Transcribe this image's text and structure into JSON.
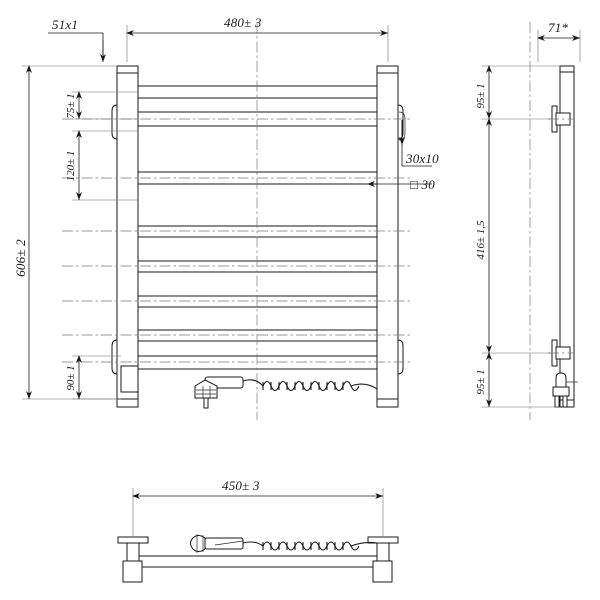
{
  "drawing": {
    "title": "Electric towel rail dimensioned drawing",
    "units_note": "mm",
    "line_color": "#1a1a1a",
    "extension_color": "#6e6e6e",
    "center_color": "#7a7a7a",
    "background": "#ffffff"
  },
  "views": {
    "front": {
      "name": "front-elevation-view",
      "dimensions": {
        "post_profile": "51x1",
        "overall_width": "480± 3",
        "overall_height": "606± 2",
        "top_spacing": "75± 1",
        "second_spacing": "120± 1",
        "bottom_offset": "90± 1",
        "rung_profile": "30x10",
        "post_square": "□ 30"
      },
      "rung_count": 8
    },
    "side": {
      "name": "side-elevation-view",
      "dimensions": {
        "depth": "71*",
        "top_bracket_offset": "95± 1",
        "bracket_span": "416± 1,5",
        "bottom_bracket_offset": "95± 1"
      },
      "bracket_count": 2
    },
    "plan": {
      "name": "plan-view",
      "dimensions": {
        "width": "450± 3"
      }
    }
  },
  "labels": {
    "post_profile": "51x1",
    "overall_width": "480± 3",
    "overall_height": "606± 2",
    "spacing_75": "75± 1",
    "spacing_120": "120± 1",
    "offset_90": "90± 1",
    "rung_profile": "30x10",
    "post_square": "□ 30",
    "side_depth": "71*",
    "side_top": "95± 1",
    "side_span": "416± 1,5",
    "side_bottom": "95± 1",
    "plan_width": "450± 3"
  }
}
